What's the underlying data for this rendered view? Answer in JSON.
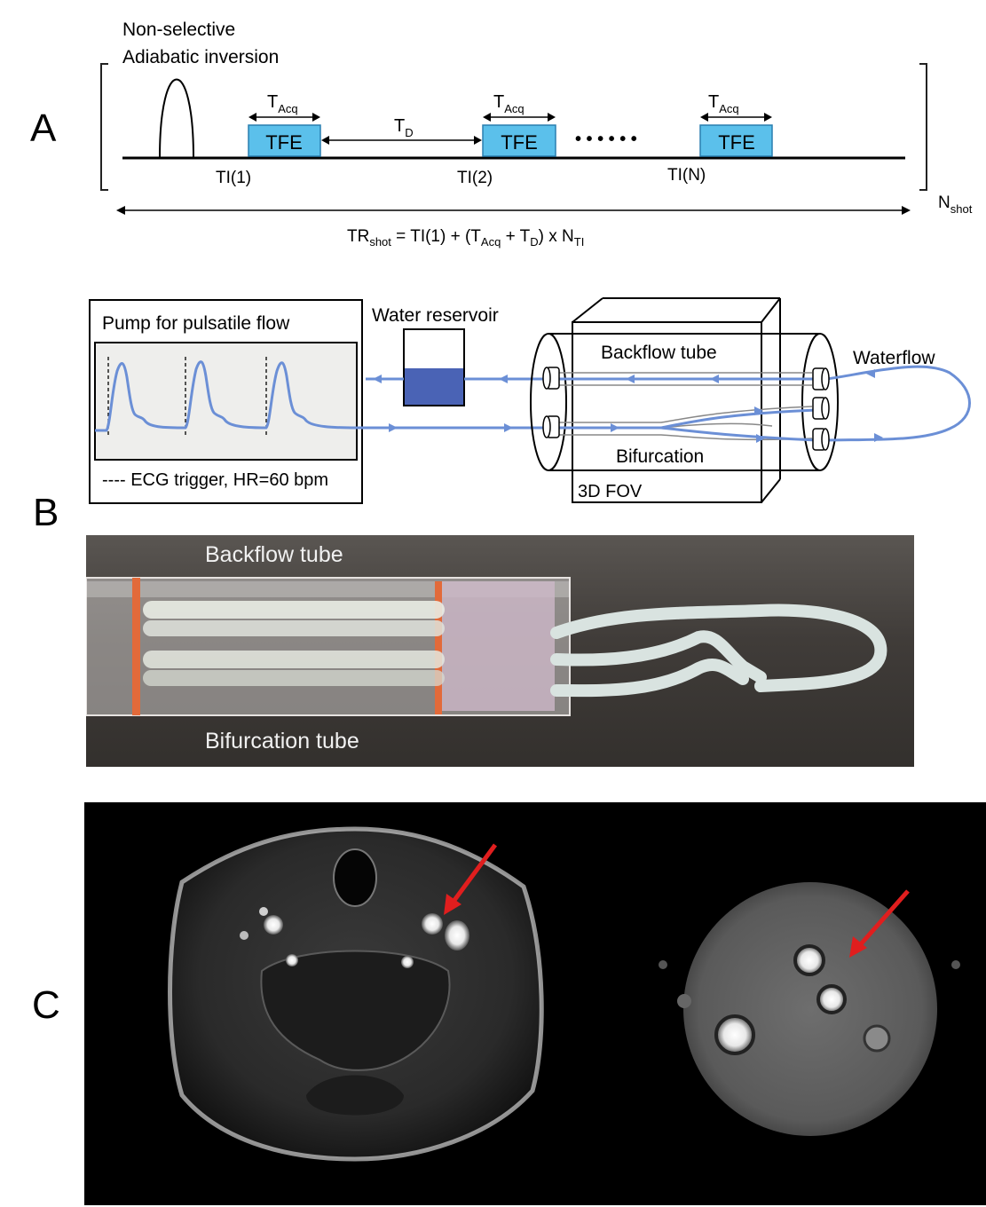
{
  "panel_letters": {
    "a": "A",
    "b": "B",
    "c": "C"
  },
  "panel_a": {
    "pulse_label_line1": "Non-selective",
    "pulse_label_line2": "Adiabatic inversion",
    "block_label": "TFE",
    "t_acq": {
      "main": "T",
      "sub": "Acq"
    },
    "t_d": {
      "main": "T",
      "sub": "D"
    },
    "ti_labels": [
      "TI(1)",
      "TI(2)",
      "TI(N)"
    ],
    "ellipsis": "• • • • • •",
    "n_shot": {
      "main": "N",
      "sub": "shot"
    },
    "formula": {
      "tr": "TR",
      "tr_sub": "shot",
      "part1": " = TI(1) + (T",
      "acq_sub": "Acq",
      "part2": " + T",
      "d_sub": "D",
      "part3": ") x N",
      "ti_sub": "TI"
    },
    "colors": {
      "tfe_fill": "#5bc0eb",
      "tfe_stroke": "#2a7fb0"
    }
  },
  "panel_b_diagram": {
    "pump_title": "Pump for pulsatile flow",
    "ecg_legend": "---- ECG trigger, HR=60 bpm",
    "reservoir_label": "Water reservoir",
    "backflow_label": "Backflow tube",
    "waterflow_label": "Waterflow",
    "bifurcation_label": "Bifurcation",
    "fov_label": "3D FOV",
    "colors": {
      "flow_line": "#6b8fd6",
      "water": "#4a63b5",
      "pump_bg": "#eeeeec"
    }
  },
  "panel_b_photo": {
    "top_label": "Backflow tube",
    "bottom_label": "Bifurcation tube"
  },
  "panel_c": {
    "colors": {
      "arrow": "#e01e1e"
    }
  }
}
